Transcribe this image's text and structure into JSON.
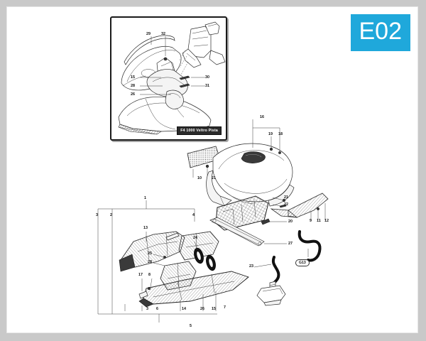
{
  "page": {
    "sheet_label": "E02",
    "badge_color": "#1fa8db",
    "frame_color": "#c9c9c9",
    "background": "#ffffff"
  },
  "inset": {
    "caption": "F4 1000 Veltro Pista",
    "callouts": [
      {
        "id": "c29",
        "label": "29"
      },
      {
        "id": "c32",
        "label": "32"
      },
      {
        "id": "c15",
        "label": "15"
      },
      {
        "id": "c28",
        "label": "28"
      },
      {
        "id": "c26",
        "label": "26"
      },
      {
        "id": "c30",
        "label": "30"
      },
      {
        "id": "c31",
        "label": "31"
      }
    ]
  },
  "tank_group": {
    "callouts": [
      {
        "id": "t16",
        "label": "16"
      },
      {
        "id": "t19",
        "label": "19"
      },
      {
        "id": "t18",
        "label": "18"
      },
      {
        "id": "t10",
        "label": "10"
      },
      {
        "id": "t21a",
        "label": "21"
      },
      {
        "id": "t21b",
        "label": "21"
      },
      {
        "id": "t22",
        "label": "22"
      },
      {
        "id": "t9",
        "label": "9"
      },
      {
        "id": "t11",
        "label": "11"
      },
      {
        "id": "t12",
        "label": "12"
      },
      {
        "id": "t20",
        "label": "20"
      },
      {
        "id": "t27",
        "label": "27"
      }
    ]
  },
  "hose_group": {
    "bubble_label": "G13",
    "callouts": [
      {
        "id": "h23",
        "label": "23"
      }
    ]
  },
  "fairing_group": {
    "callouts": [
      {
        "id": "f1",
        "label": "1"
      },
      {
        "id": "f3top",
        "label": "3"
      },
      {
        "id": "f2",
        "label": "2"
      },
      {
        "id": "f4",
        "label": "4"
      },
      {
        "id": "f13",
        "label": "13"
      },
      {
        "id": "f24",
        "label": "24"
      },
      {
        "id": "f25",
        "label": "25"
      },
      {
        "id": "f28",
        "label": "28"
      },
      {
        "id": "f17",
        "label": "17"
      },
      {
        "id": "f8",
        "label": "8"
      },
      {
        "id": "f7",
        "label": "7"
      },
      {
        "id": "f3bot",
        "label": "3"
      },
      {
        "id": "f6",
        "label": "6"
      },
      {
        "id": "f14",
        "label": "14"
      },
      {
        "id": "f26",
        "label": "26"
      },
      {
        "id": "f15",
        "label": "15"
      },
      {
        "id": "f5",
        "label": "5"
      }
    ]
  }
}
